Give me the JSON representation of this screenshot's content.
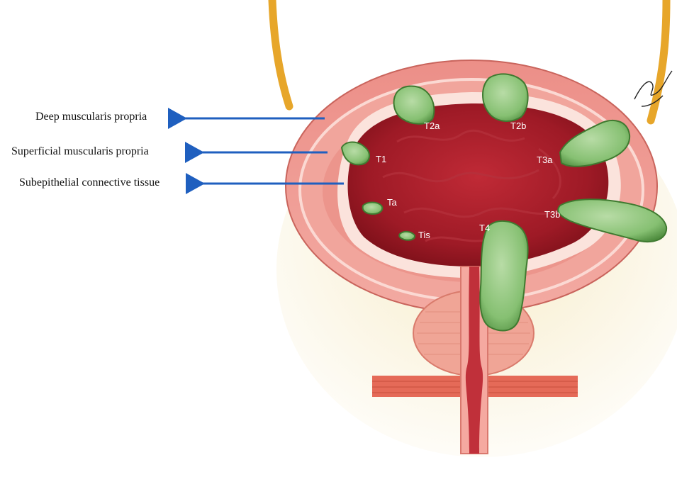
{
  "layers": {
    "deep_muscularis": "Deep muscularis propria",
    "superficial_muscularis": "Superficial muscularis propria",
    "subepithelial": "Subepithelial connective tissue"
  },
  "stages": {
    "t2a": "T2a",
    "t2b": "T2b",
    "t1": "T1",
    "t3a": "T3a",
    "ta": "Ta",
    "t3b": "T3b",
    "tis": "Tis",
    "t4": "T4"
  },
  "colors": {
    "arrow": "#1f5fbf",
    "lumen": "#9e1a26",
    "wall": "#ef9f98",
    "urothelium": "#fbe3dc",
    "tumor": "#88c278",
    "fat": "#f4e7c2",
    "ureter": "#e7a62a"
  }
}
